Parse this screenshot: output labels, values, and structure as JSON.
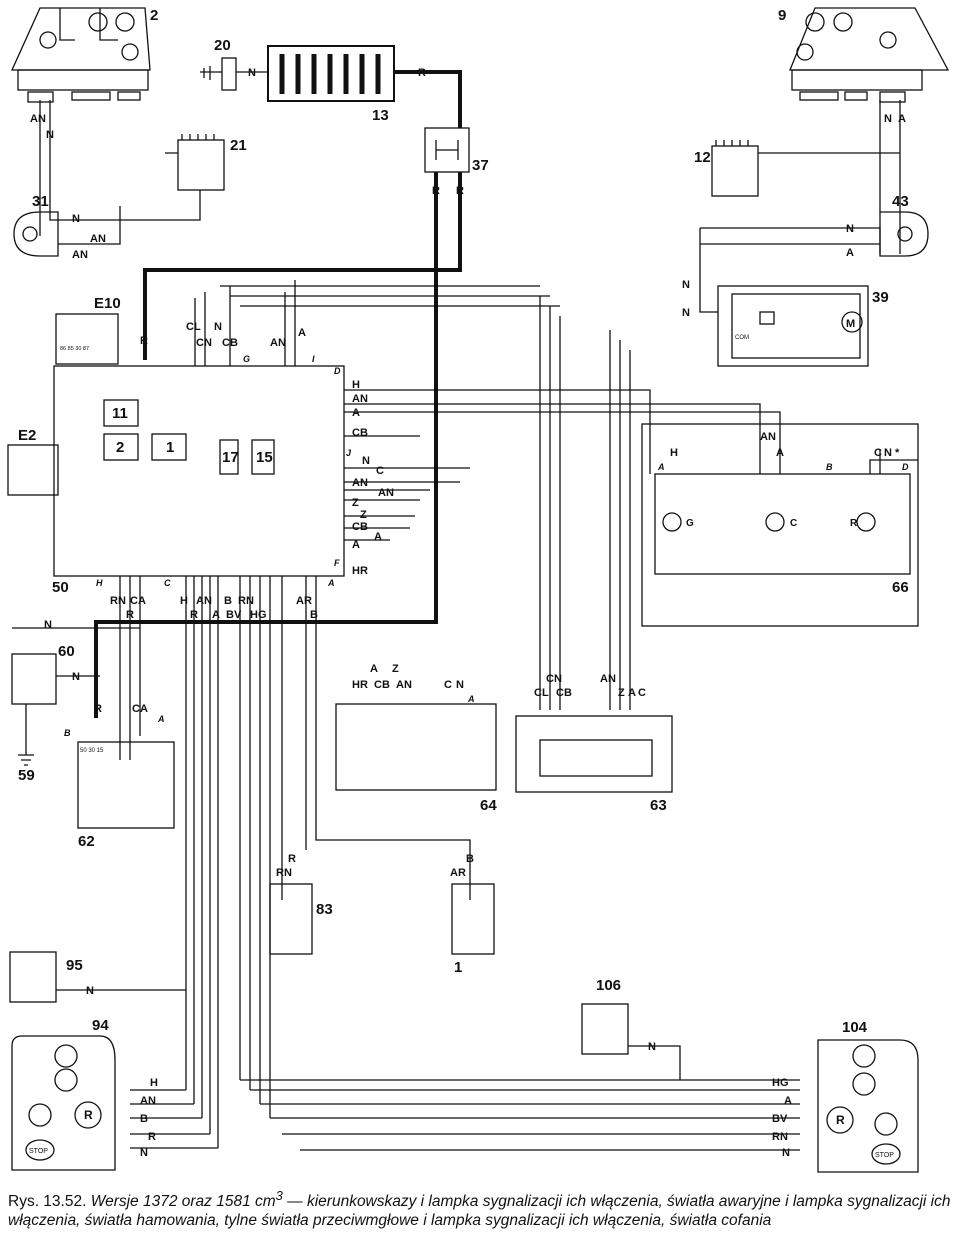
{
  "caption": {
    "figure": "Rys. 13.52.",
    "text_before_sup": "Wersje 1372 oraz 1581 cm",
    "sup": "3",
    "text_after_sup": " — kierunkowskazy i lampka sygnalizacji ich włączenia, światła awaryjne i lampka sygnalizacji ich włączenia, światła hamowania, tylne światła przeciwmgłowe i lampka sygnalizacji ich włączenia, światła cofania"
  },
  "components": {
    "c2": "2",
    "c9": "9",
    "c20": "20",
    "c13": "13",
    "c21": "21",
    "c12": "12",
    "c37": "37",
    "c31": "31",
    "c43": "43",
    "c39": "39",
    "e10": "E10",
    "e2": "E2",
    "c50": "50",
    "c66": "66",
    "c60": "60",
    "c59": "59",
    "c62": "62",
    "c64": "64",
    "c63": "63",
    "c83": "83",
    "c1": "1",
    "c95": "95",
    "c106": "106",
    "c94": "94",
    "c104": "104",
    "c17": "17",
    "c15": "15",
    "c11": "11",
    "c2i": "2",
    "c1i": "1"
  },
  "wires": {
    "an": "AN",
    "n": "N",
    "a": "A",
    "r": "R",
    "h": "H",
    "cl": "CL",
    "cn": "CN",
    "cb": "CB",
    "c": "C",
    "z": "Z",
    "hr": "HR",
    "rn": "RN",
    "ca": "CA",
    "b": "B",
    "bv": "BV",
    "hg": "HG",
    "ar": "AR",
    "an_star": "N *"
  },
  "connectors": {
    "g": "G",
    "i": "I",
    "d": "D",
    "j": "J",
    "f": "F",
    "h": "H",
    "c": "C",
    "a": "A",
    "b": "B"
  },
  "lamps": {
    "g": "G",
    "c": "C",
    "r": "R"
  },
  "misc": {
    "m": "M",
    "r": "R",
    "stop": "STOP",
    "com": "COM",
    "relay_pins": "86 85 30 87",
    "sw_pins": "50 30 15"
  },
  "colors": {
    "line": "#111111",
    "bg": "#ffffff"
  }
}
